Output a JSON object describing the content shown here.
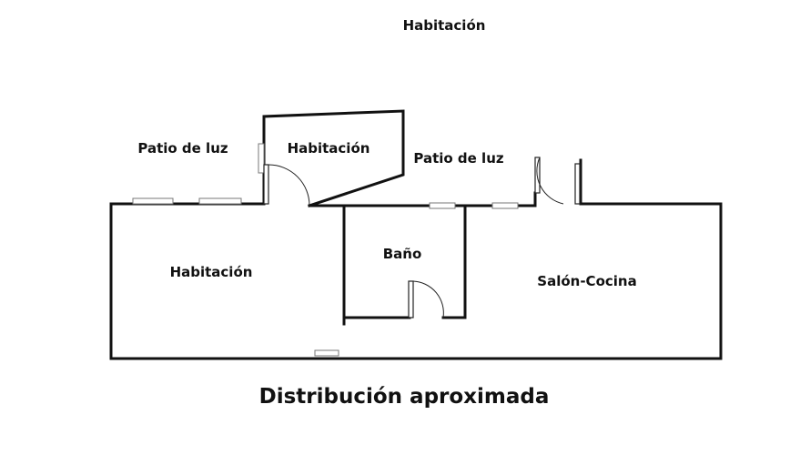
{
  "rooms": {
    "top": "Habitación",
    "patio_left": "Patio de luz",
    "middle_room": "Habitación",
    "patio_right": "Patio de luz",
    "left_room": "Habitación",
    "bathroom": "Baño",
    "living_kitchen": "Salón-Cocina"
  },
  "caption": "Distribución aproximada",
  "colors": {
    "wall": "#111111",
    "window": "#777777",
    "background": "#ffffff"
  }
}
